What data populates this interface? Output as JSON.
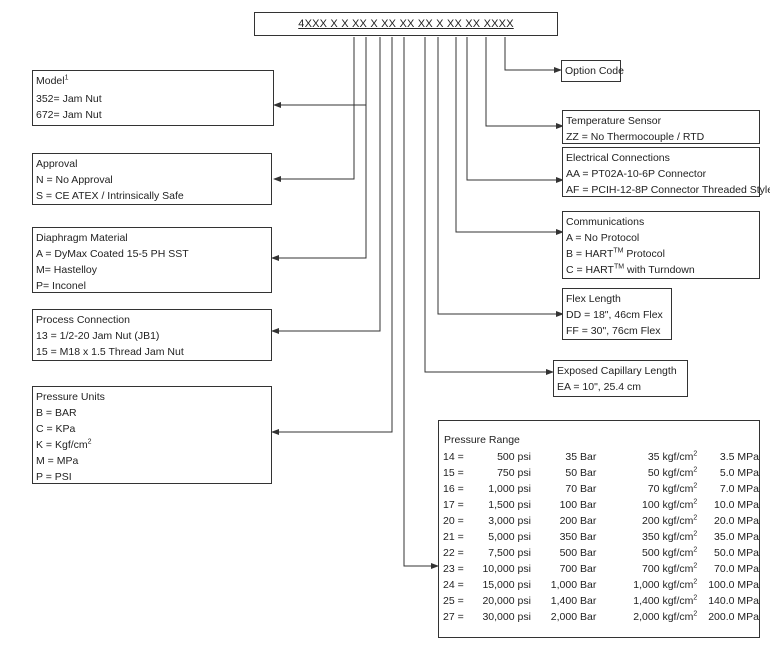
{
  "model_code": "4XXX X X XX X XX XX XX X XX XX XXXX",
  "option_code": "Option Code",
  "model": {
    "title": "Model",
    "sup": "1",
    "lines": [
      "352= Jam Nut",
      "672= Jam Nut"
    ]
  },
  "approval": {
    "title": "Approval",
    "lines": [
      "N = No Approval",
      "S =  CE ATEX / Intrinsically Safe"
    ]
  },
  "diaphragm": {
    "title": "Diaphragm Material",
    "lines": [
      "A =  DyMax Coated 15-5 PH SST",
      "M= Hastelloy",
      "P=  Inconel"
    ]
  },
  "process": {
    "title": "Process Connection",
    "lines": [
      "13 = 1/2-20 Jam Nut (JB1)",
      "15 = M18 x 1.5 Thread Jam Nut"
    ]
  },
  "units": {
    "title": "Pressure Units",
    "lines": [
      "B =  BAR",
      "C = KPa",
      "K = Kgf/cm",
      "M = MPa",
      "P = PSI"
    ]
  },
  "temperature": {
    "title": "Temperature Sensor",
    "lines": [
      "ZZ = No Thermocouple / RTD"
    ]
  },
  "electrical": {
    "title": "Electrical Connections",
    "lines": [
      "AA = PT02A-10-6P Connector",
      "AF = PCIH-12-8P Connector Threaded Style"
    ]
  },
  "communications": {
    "title": "Communications",
    "lines": [
      "A =  No Protocol",
      "B = HART",
      "C = HART"
    ],
    "tm": "TM",
    "b_suffix": " Protocol",
    "c_suffix": " with Turndown"
  },
  "flex": {
    "title": "Flex Length",
    "lines": [
      "DD = 18\", 46cm Flex",
      "FF = 30\", 76cm Flex"
    ]
  },
  "capillary": {
    "title": "Exposed Capillary Length",
    "lines": [
      "EA = 10\", 25.4 cm"
    ]
  },
  "pressure_range": {
    "title": "Pressure Range",
    "rows": [
      [
        "14 =",
        "500 psi",
        "35 Bar",
        "35 kgf/cm",
        "3.5 MPa"
      ],
      [
        "15 =",
        "750 psi",
        "50 Bar",
        "50 kgf/cm",
        "5.0 MPa"
      ],
      [
        "16 =",
        "1,000 psi",
        "70 Bar",
        "70 kgf/cm",
        "7.0 MPa"
      ],
      [
        "17 =",
        "1,500 psi",
        "100 Bar",
        "100 kgf/cm",
        "10.0 MPa"
      ],
      [
        "20 =",
        "3,000 psi",
        "200 Bar",
        "200 kgf/cm",
        "20.0 MPa"
      ],
      [
        "21 =",
        "5,000 psi",
        "350 Bar",
        "350 kgf/cm",
        "35.0 MPa"
      ],
      [
        "22 =",
        "7,500 psi",
        "500 Bar",
        "500 kgf/cm",
        "50.0 MPa"
      ],
      [
        "23 =",
        "10,000 psi",
        "700 Bar",
        "700 kgf/cm",
        "70.0 MPa"
      ],
      [
        "24 =",
        "15,000 psi",
        "1,000 Bar",
        "1,000 kgf/cm",
        "100.0 MPa"
      ],
      [
        "25 =",
        "20,000 psi",
        "1,400 Bar",
        "1,400 kgf/cm",
        "140.0 MPa"
      ],
      [
        "27 =",
        "30,000 psi",
        "2,000 Bar",
        "2,000 kgf/cm",
        "200.0 MPa"
      ]
    ],
    "sup": "2"
  }
}
